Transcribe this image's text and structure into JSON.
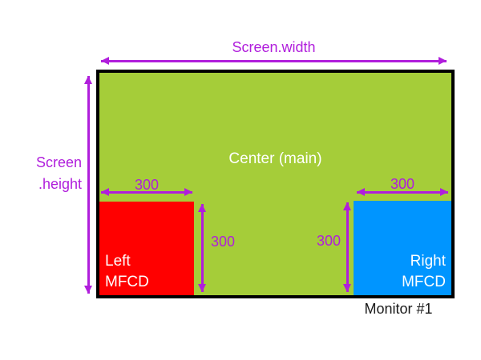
{
  "colors": {
    "green": "#A5CD39",
    "red": "#FF0000",
    "blue": "#0095FF",
    "purple": "#B01EDC",
    "ink": "#1A1A1A"
  },
  "diagram": {
    "screen_width_label": "Screen.width",
    "screen_height_line1": "Screen",
    "screen_height_line2": ".height",
    "center_label": "Center (main)",
    "left_mfcd": {
      "line1": "Left",
      "line2": "MFCD",
      "width": "300",
      "height": "300"
    },
    "right_mfcd": {
      "line1": "Right",
      "line2": "MFCD",
      "width": "300",
      "height": "300"
    },
    "monitor_label": "Monitor #1"
  }
}
